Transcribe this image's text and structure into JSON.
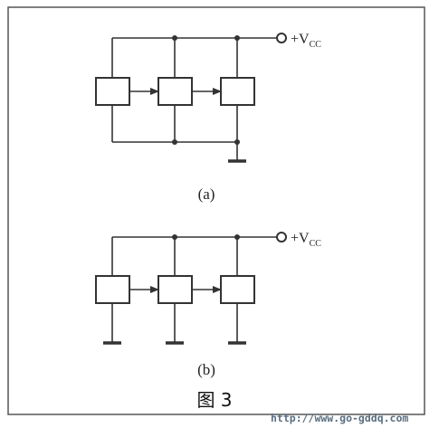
{
  "diagram": {
    "a": {
      "supply_label": "+V",
      "supply_subscript": "CC",
      "caption": "(a)"
    },
    "b": {
      "supply_label": "+V",
      "supply_subscript": "CC",
      "caption": "(b)"
    },
    "figure_caption": "图 3",
    "watermark": "http://www.go-gddq.com"
  },
  "colors": {
    "line": "#333333",
    "frame": "#555555",
    "background": "#ffffff"
  }
}
